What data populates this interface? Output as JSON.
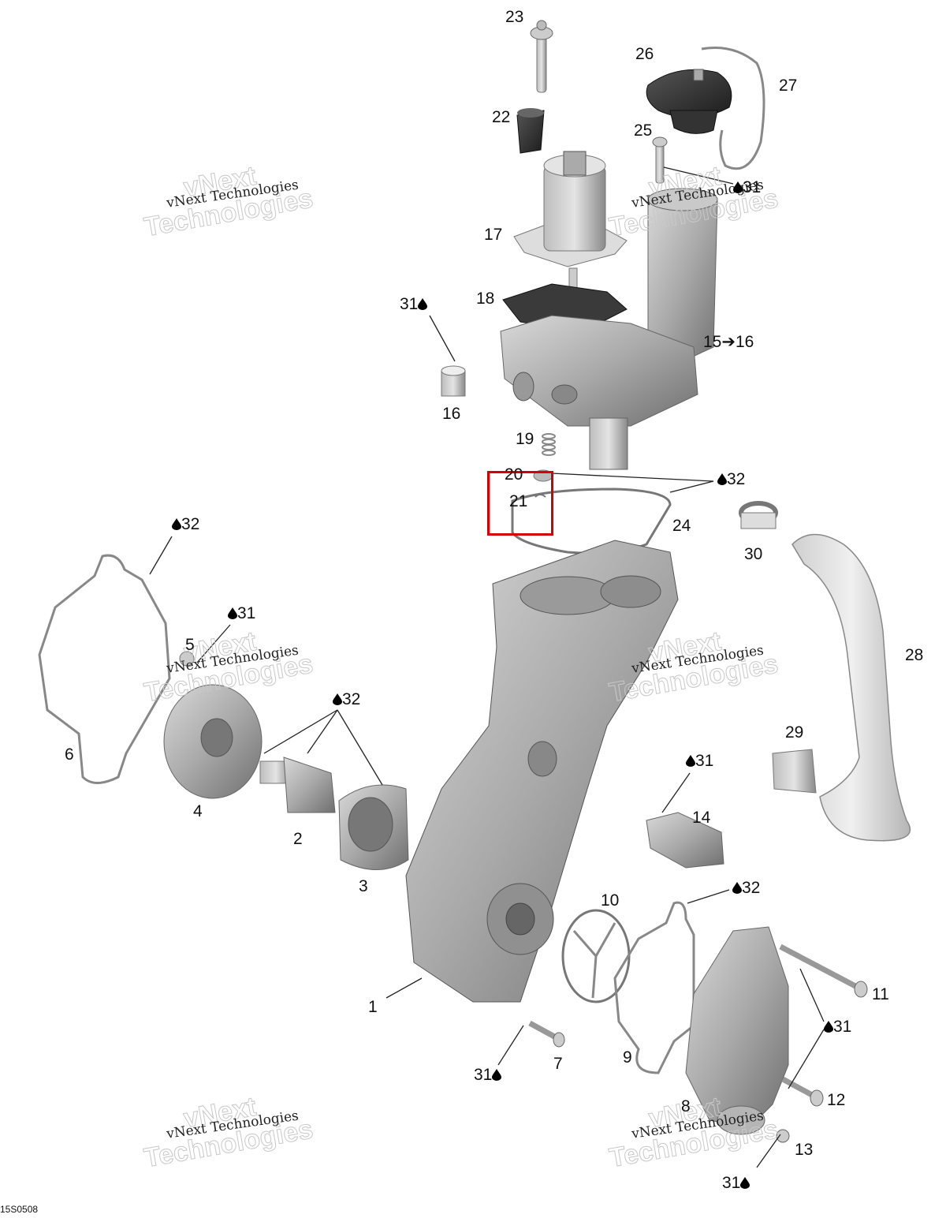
{
  "diagram": {
    "callouts": [
      {
        "id": "c23",
        "label": "23"
      },
      {
        "id": "c26",
        "label": "26"
      },
      {
        "id": "c27",
        "label": "27"
      },
      {
        "id": "c22",
        "label": "22"
      },
      {
        "id": "c25",
        "label": "25"
      },
      {
        "id": "c31a",
        "label": "31"
      },
      {
        "id": "c17",
        "label": "17"
      },
      {
        "id": "c18",
        "label": "18"
      },
      {
        "id": "c31b",
        "label": "31"
      },
      {
        "id": "c15",
        "label": "15➔16"
      },
      {
        "id": "c16",
        "label": "16"
      },
      {
        "id": "c19",
        "label": "19"
      },
      {
        "id": "c20",
        "label": "20"
      },
      {
        "id": "c21",
        "label": "21"
      },
      {
        "id": "c32a",
        "label": "32"
      },
      {
        "id": "c24",
        "label": "24"
      },
      {
        "id": "c30",
        "label": "30"
      },
      {
        "id": "c32b",
        "label": "32"
      },
      {
        "id": "c31c",
        "label": "31"
      },
      {
        "id": "c5",
        "label": "5"
      },
      {
        "id": "c28",
        "label": "28"
      },
      {
        "id": "c32c",
        "label": "32"
      },
      {
        "id": "c6",
        "label": "6"
      },
      {
        "id": "c29",
        "label": "29"
      },
      {
        "id": "c31d",
        "label": "31"
      },
      {
        "id": "c4",
        "label": "4"
      },
      {
        "id": "c14",
        "label": "14"
      },
      {
        "id": "c2",
        "label": "2"
      },
      {
        "id": "c3",
        "label": "3"
      },
      {
        "id": "c10",
        "label": "10"
      },
      {
        "id": "c32d",
        "label": "32"
      },
      {
        "id": "c11",
        "label": "11"
      },
      {
        "id": "c1",
        "label": "1"
      },
      {
        "id": "c31e",
        "label": "31"
      },
      {
        "id": "c31f",
        "label": "31"
      },
      {
        "id": "c7",
        "label": "7"
      },
      {
        "id": "c9",
        "label": "9"
      },
      {
        "id": "c12",
        "label": "12"
      },
      {
        "id": "c8",
        "label": "8"
      },
      {
        "id": "c13",
        "label": "13"
      },
      {
        "id": "c31g",
        "label": "31"
      }
    ],
    "watermark": {
      "line1": "vNext Technologies",
      "brand_a": "vNext",
      "brand_b": "Technologies"
    },
    "drawing_code": "15S0508",
    "highlight_color": "#d60000"
  }
}
